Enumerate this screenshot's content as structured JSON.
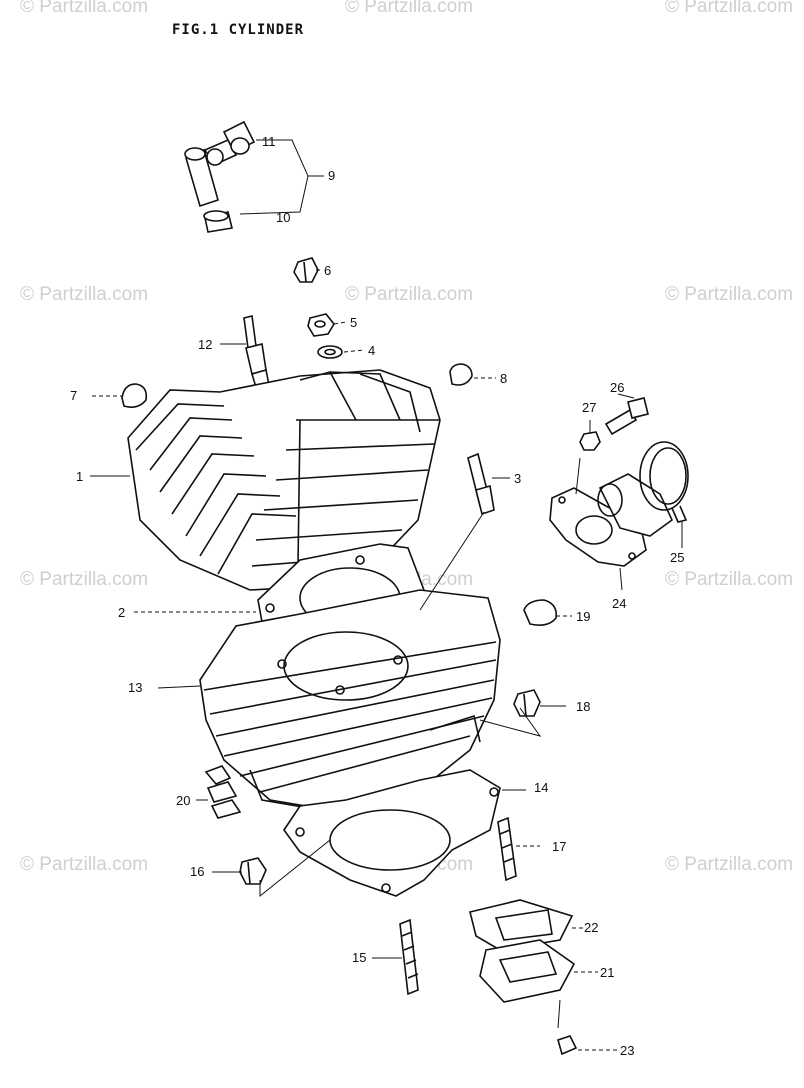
{
  "title": "FIG.1  CYLINDER",
  "watermark": "© Partzilla.com",
  "callouts": [
    "1",
    "2",
    "3",
    "4",
    "5",
    "6",
    "7",
    "8",
    "9",
    "10",
    "11",
    "12",
    "13",
    "14",
    "15",
    "16",
    "17",
    "18",
    "19",
    "20",
    "21",
    "22",
    "23",
    "24",
    "25",
    "26",
    "27"
  ],
  "colors": {
    "ink": "#111111",
    "watermark": "#cfcfcf",
    "background": "#ffffff"
  }
}
